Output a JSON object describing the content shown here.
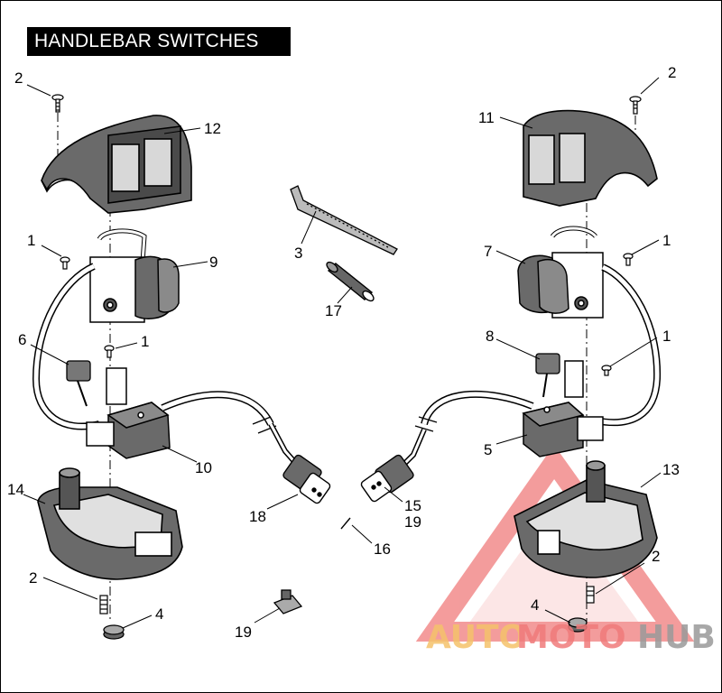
{
  "title": "HANDLEBAR SWITCHES",
  "callouts": {
    "c1_left_a": "1",
    "c1_left_b": "1",
    "c1_right_a": "1",
    "c1_right_b": "1",
    "c2_top_left": "2",
    "c2_top_right": "2",
    "c2_bottom_left": "2",
    "c2_bottom_right": "2",
    "c3": "3",
    "c4_left": "4",
    "c4_right": "4",
    "c5": "5",
    "c6": "6",
    "c7": "7",
    "c8": "8",
    "c9": "9",
    "c10": "10",
    "c11": "11",
    "c12": "12",
    "c13": "13",
    "c14": "14",
    "c15": "15",
    "c16": "16",
    "c17": "17",
    "c18": "18",
    "c19_a": "19",
    "c19_b": "19"
  },
  "watermark": {
    "part1": "AUTO",
    "part2": "MOTO",
    "part3": "HUB",
    "color_auto": "#f5c26b",
    "color_moto": "#f07b7b",
    "color_hub": "#9a9a9a",
    "triangle_color": "#f07b7b"
  }
}
